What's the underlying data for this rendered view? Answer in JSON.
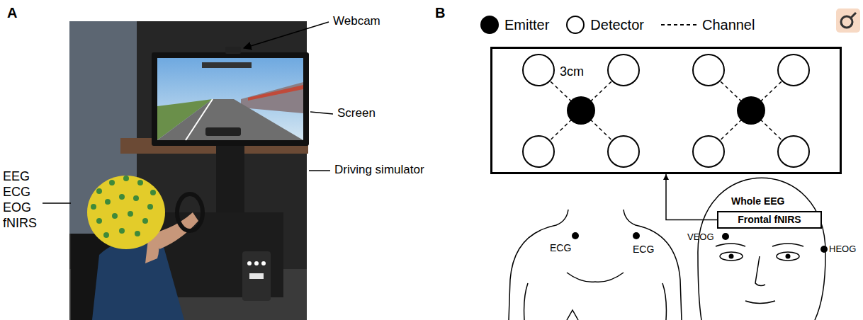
{
  "diagram": {
    "nodes": [
      {
        "text": [
          "3cm"
        ]
      },
      {
        "text": [
          "Frontal fNIRS"
        ]
      }
    ],
    "edges": [
      {
        "from": 1,
        "to": 0,
        "arrow": "to"
      }
    ],
    "labels": [
      "A",
      "Webcam",
      "Screen",
      "EEG ECG EOG fNIRS",
      "Driving simulator",
      "B",
      "Whole EEG",
      "ECG",
      "ECG",
      "VEOG",
      "HEOG"
    ],
    "legend": [
      {
        "text": "Emitter",
        "color": "#000000"
      },
      {
        "text": "Detector",
        "color": "#ffffff"
      },
      {
        "text": "Channel"
      }
    ]
  }
}
